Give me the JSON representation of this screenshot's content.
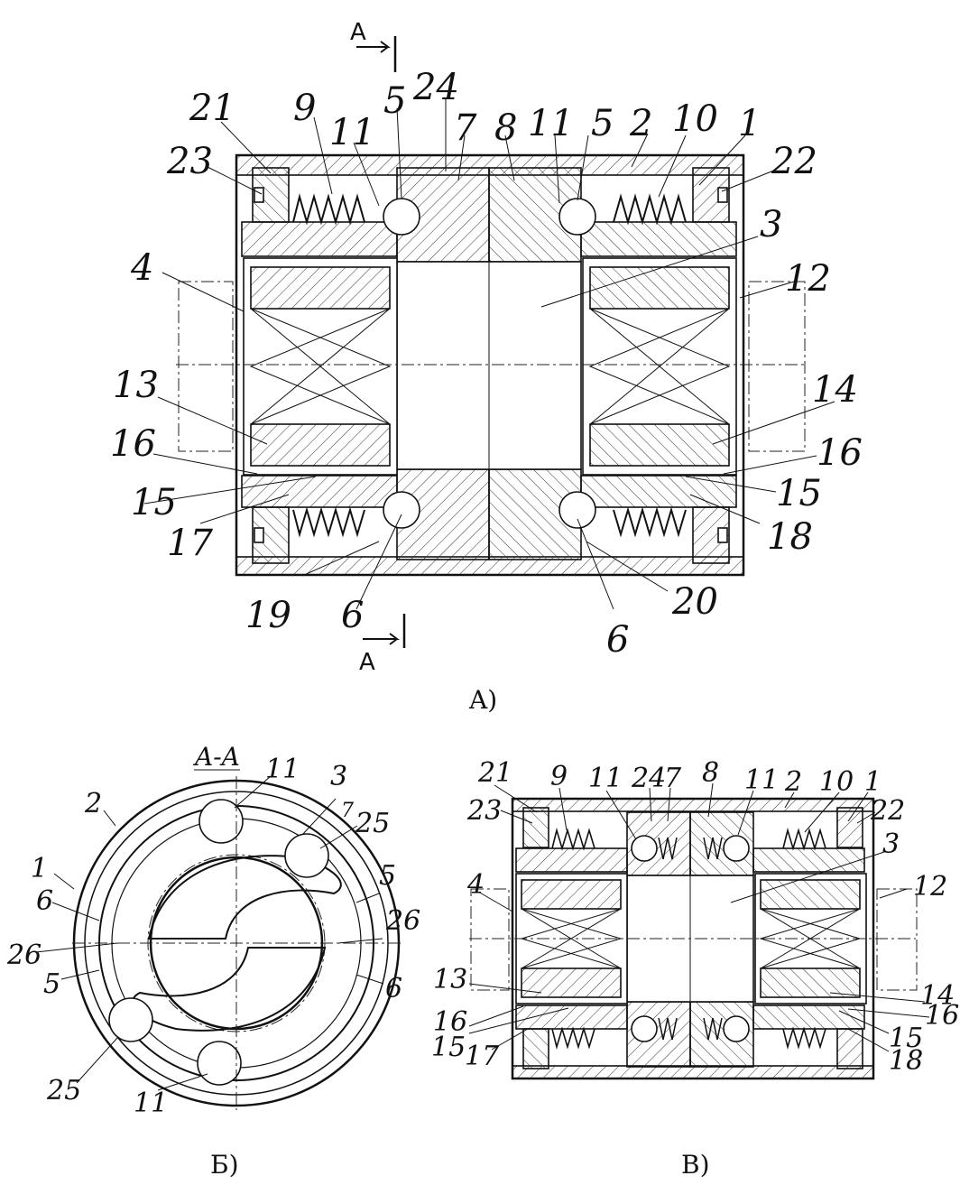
{
  "figures": {
    "a": {
      "caption": "A)",
      "section_mark": "A",
      "labels": [
        "21",
        "9",
        "11",
        "5",
        "24",
        "7",
        "8",
        "11",
        "5",
        "2",
        "10",
        "1",
        "23",
        "22",
        "3",
        "4",
        "12",
        "13",
        "14",
        "16",
        "16",
        "15",
        "15",
        "17",
        "18",
        "19",
        "6",
        "6",
        "20"
      ]
    },
    "b": {
      "caption": "Б)",
      "title": "A-A",
      "labels": [
        "11",
        "3",
        "7",
        "2",
        "25",
        "1",
        "5",
        "6",
        "26",
        "26",
        "5",
        "6",
        "25",
        "11"
      ]
    },
    "c": {
      "caption": "В)",
      "labels": [
        "21",
        "9",
        "11",
        "24",
        "7",
        "8",
        "11",
        "2",
        "10",
        "1",
        "23",
        "22",
        "3",
        "4",
        "12",
        "13",
        "14",
        "16",
        "16",
        "15",
        "15",
        "17",
        "18"
      ]
    }
  }
}
